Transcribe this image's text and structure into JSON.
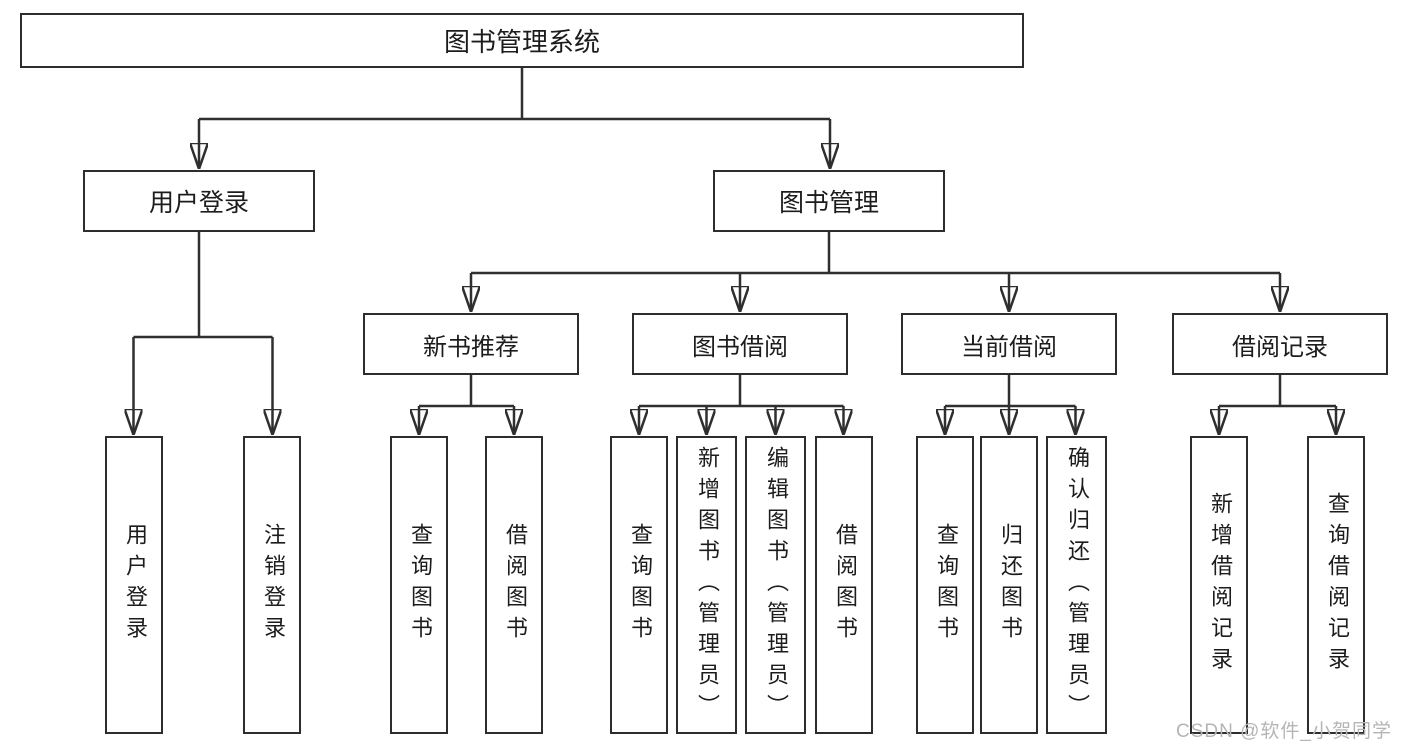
{
  "tree": {
    "root": {
      "label": "图书管理系统",
      "children": [
        {
          "label": "用户登录",
          "children": [
            {
              "label": "用户登录"
            },
            {
              "label": "注销登录"
            }
          ]
        },
        {
          "label": "图书管理",
          "children": [
            {
              "label": "新书推荐",
              "children": [
                {
                  "label": "查询图书"
                },
                {
                  "label": "借阅图书"
                }
              ]
            },
            {
              "label": "图书借阅",
              "children": [
                {
                  "label": "查询图书"
                },
                {
                  "label": "新增图书（管理员）"
                },
                {
                  "label": "编辑图书（管理员）"
                },
                {
                  "label": "借阅图书"
                }
              ]
            },
            {
              "label": "当前借阅",
              "children": [
                {
                  "label": "查询图书"
                },
                {
                  "label": "归还图书"
                },
                {
                  "label": "确认归还（管理员）"
                }
              ]
            },
            {
              "label": "借阅记录",
              "children": [
                {
                  "label": "新增借阅记录"
                },
                {
                  "label": "查询借阅记录"
                }
              ]
            }
          ]
        }
      ]
    }
  },
  "watermark": "CSDN @软件_小贺同学",
  "colors": {
    "line": "#2f2f2f",
    "box_border": "#2d2d2d",
    "text": "#1c1c1c",
    "watermark": "#b5b5b5",
    "background": "#ffffff"
  }
}
